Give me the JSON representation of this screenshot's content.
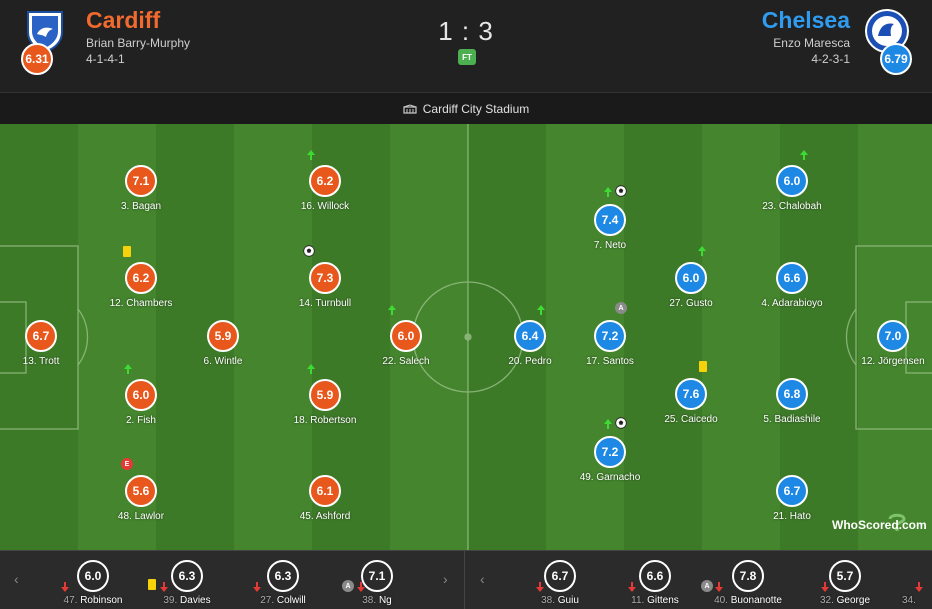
{
  "home": {
    "name": "Cardiff",
    "coach": "Brian Barry-Murphy",
    "formation": "4-1-4-1",
    "rating": "6.31",
    "color": "#e8571c",
    "crest_icon": "cardiff-city-crest-icon"
  },
  "away": {
    "name": "Chelsea",
    "coach": "Enzo Maresca",
    "formation": "4-2-3-1",
    "rating": "6.79",
    "color": "#1e88e5",
    "crest_icon": "chelsea-crest-icon"
  },
  "score": "1 : 3",
  "status": "FT",
  "venue": "Cardiff City Stadium",
  "home_players": [
    {
      "id": "trott",
      "label": "13. Trott",
      "rating": "6.7",
      "events": []
    },
    {
      "id": "bagan",
      "label": "3. Bagan",
      "rating": "7.1",
      "events": []
    },
    {
      "id": "chambers",
      "label": "12. Chambers",
      "rating": "6.2",
      "events": [
        "yellow-card"
      ]
    },
    {
      "id": "fish",
      "label": "2. Fish",
      "rating": "6.0",
      "events": [
        "subbed-off"
      ]
    },
    {
      "id": "lawlor",
      "label": "48. Lawlor",
      "rating": "5.6",
      "events": [
        "error"
      ]
    },
    {
      "id": "wintle",
      "label": "6. Wintle",
      "rating": "5.9",
      "events": []
    },
    {
      "id": "willock",
      "label": "16. Willock",
      "rating": "6.2",
      "events": [
        "subbed-off"
      ]
    },
    {
      "id": "turnbull",
      "label": "14. Turnbull",
      "rating": "7.3",
      "events": [
        "goal"
      ]
    },
    {
      "id": "robertson",
      "label": "18. Robertson",
      "rating": "5.9",
      "events": [
        "subbed-off"
      ]
    },
    {
      "id": "ashford",
      "label": "45. Ashford",
      "rating": "6.1",
      "events": []
    },
    {
      "id": "salech",
      "label": "22. Salech",
      "rating": "6.0",
      "events": [
        "subbed-off"
      ]
    }
  ],
  "away_players": [
    {
      "id": "pedro",
      "label": "20. Pedro",
      "rating": "6.4",
      "events": [
        "subbed-off"
      ]
    },
    {
      "id": "neto",
      "label": "7. Neto",
      "rating": "7.4",
      "events": [
        "subbed-off",
        "goal"
      ]
    },
    {
      "id": "santos",
      "label": "17. Santos",
      "rating": "7.2",
      "events": [
        "assist"
      ]
    },
    {
      "id": "garnacho",
      "label": "49. Garnacho",
      "rating": "7.2",
      "events": [
        "subbed-off",
        "goal"
      ]
    },
    {
      "id": "gusto",
      "label": "27. Gusto",
      "rating": "6.0",
      "events": [
        "subbed-off"
      ]
    },
    {
      "id": "caicedo",
      "label": "25. Caicedo",
      "rating": "7.6",
      "events": [
        "yellow-card"
      ]
    },
    {
      "id": "chalobah",
      "label": "23. Chalobah",
      "rating": "6.0",
      "events": [
        "subbed-off"
      ]
    },
    {
      "id": "adarabioyo",
      "label": "4. Adarabioyo",
      "rating": "6.6",
      "events": []
    },
    {
      "id": "badiashile",
      "label": "5. Badiashile",
      "rating": "6.8",
      "events": []
    },
    {
      "id": "hato",
      "label": "21. Hato",
      "rating": "6.7",
      "events": []
    },
    {
      "id": "jorgensen",
      "label": "12. Jörgensen",
      "rating": "7.0",
      "events": []
    }
  ],
  "home_subs": [
    {
      "num": "47.",
      "name": "Robinson",
      "rating": "6.0",
      "events": [
        "subbed-on"
      ]
    },
    {
      "num": "39.",
      "name": "Davies",
      "rating": "6.3",
      "events": [
        "yellow-card",
        "subbed-on"
      ]
    },
    {
      "num": "27.",
      "name": "Colwill",
      "rating": "6.3",
      "events": [
        "subbed-on"
      ]
    },
    {
      "num": "38.",
      "name": "Ng",
      "rating": "7.1",
      "events": [
        "assist",
        "subbed-on"
      ]
    }
  ],
  "away_subs": [
    {
      "num": "38.",
      "name": "Guiu",
      "rating": "6.7",
      "events": [
        "subbed-on"
      ]
    },
    {
      "num": "11.",
      "name": "Gittens",
      "rating": "6.6",
      "events": [
        "subbed-on"
      ]
    },
    {
      "num": "40.",
      "name": "Buonanotte",
      "rating": "7.8",
      "events": [
        "assist",
        "subbed-on"
      ]
    },
    {
      "num": "32.",
      "name": "George",
      "rating": "5.7",
      "events": [
        "subbed-on"
      ]
    },
    {
      "num": "34.",
      "name": "",
      "rating": "",
      "events": [
        "subbed-on"
      ]
    }
  ],
  "watermark": "WhoScored.com",
  "colors": {
    "home": "#e8571c",
    "away": "#1e88e5",
    "pitch_dark": "#3d7a28",
    "pitch_light": "#44852d",
    "sub_on": "#3ddc34",
    "sub_off": "#e53935",
    "yellow": "#f5d20a"
  }
}
